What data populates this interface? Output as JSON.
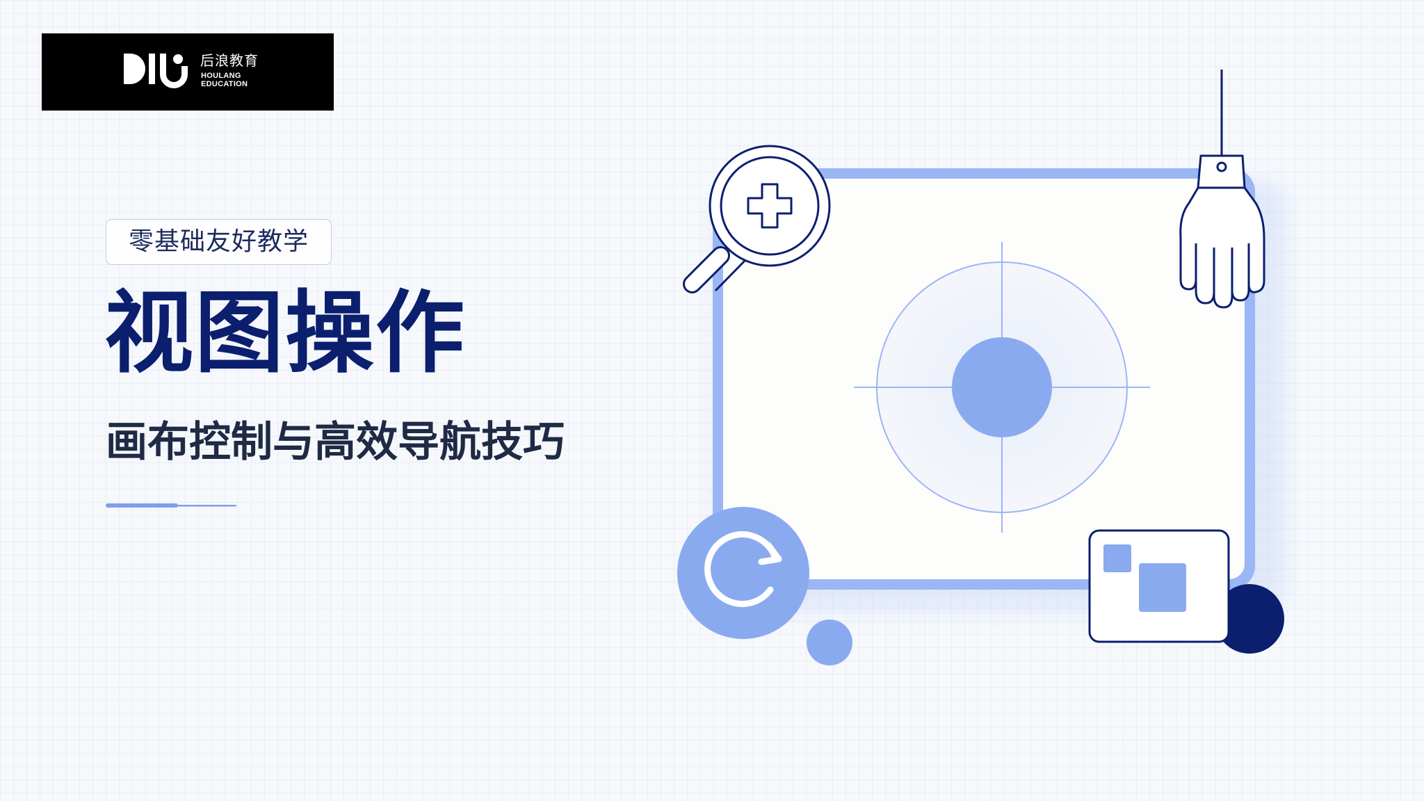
{
  "logo": {
    "icon": "houlang-logo-mark",
    "name_cn": "后浪教育",
    "name_en_line1": "HOULANG",
    "name_en_line2": "EDUCATION"
  },
  "badge": "零基础友好教学",
  "title": "视图操作",
  "subtitle": "画布控制与高效导航技巧",
  "illustration": {
    "icons": [
      "zoom-in-magnifier-icon",
      "hand-pan-icon",
      "center-target-icon",
      "refresh-reset-icon",
      "minimap-icon"
    ]
  },
  "colors": {
    "navy": "#0b1f6e",
    "accent_blue": "#8aaaf0",
    "frame_blue": "#9bb6f5",
    "logo_bg": "#000000"
  }
}
